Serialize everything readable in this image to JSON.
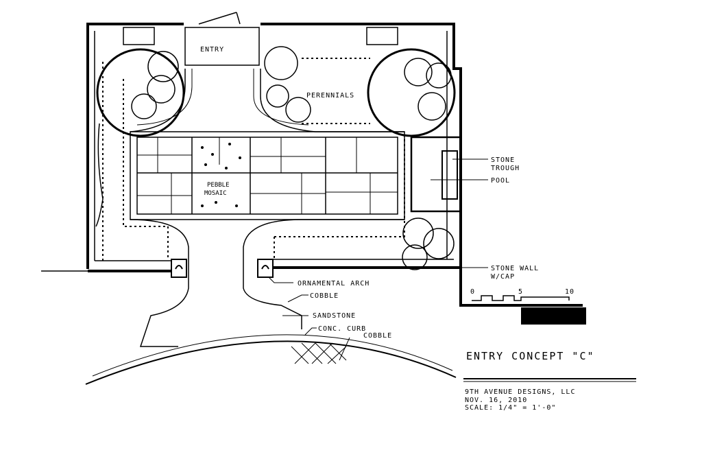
{
  "plan": {
    "labels": {
      "entry": "ENTRY",
      "perennials": "PERENNIALS",
      "pebble_mosaic_1": "PEBBLE",
      "pebble_mosaic_2": "MOSAIC",
      "stone_trough_1": "STONE",
      "stone_trough_2": "TROUGH",
      "pool": "POOL",
      "stone_wall_1": "STONE WALL",
      "stone_wall_2": "W/CAP",
      "ornamental_arch": "ORNAMENTAL ARCH",
      "cobble_1": "COBBLE",
      "sandstone": "SANDSTONE",
      "conc_curb": "CONC. CURB",
      "cobble_2": "COBBLE"
    },
    "scale_bar": {
      "ticks": [
        "0",
        "5",
        "10"
      ]
    }
  },
  "title_block": {
    "title": "ENTRY CONCEPT \"C\"",
    "firm": "9TH AVENUE DESIGNS, LLC",
    "date": "NOV. 16, 2010",
    "scale": "SCALE: 1/4\" = 1'-0\""
  }
}
